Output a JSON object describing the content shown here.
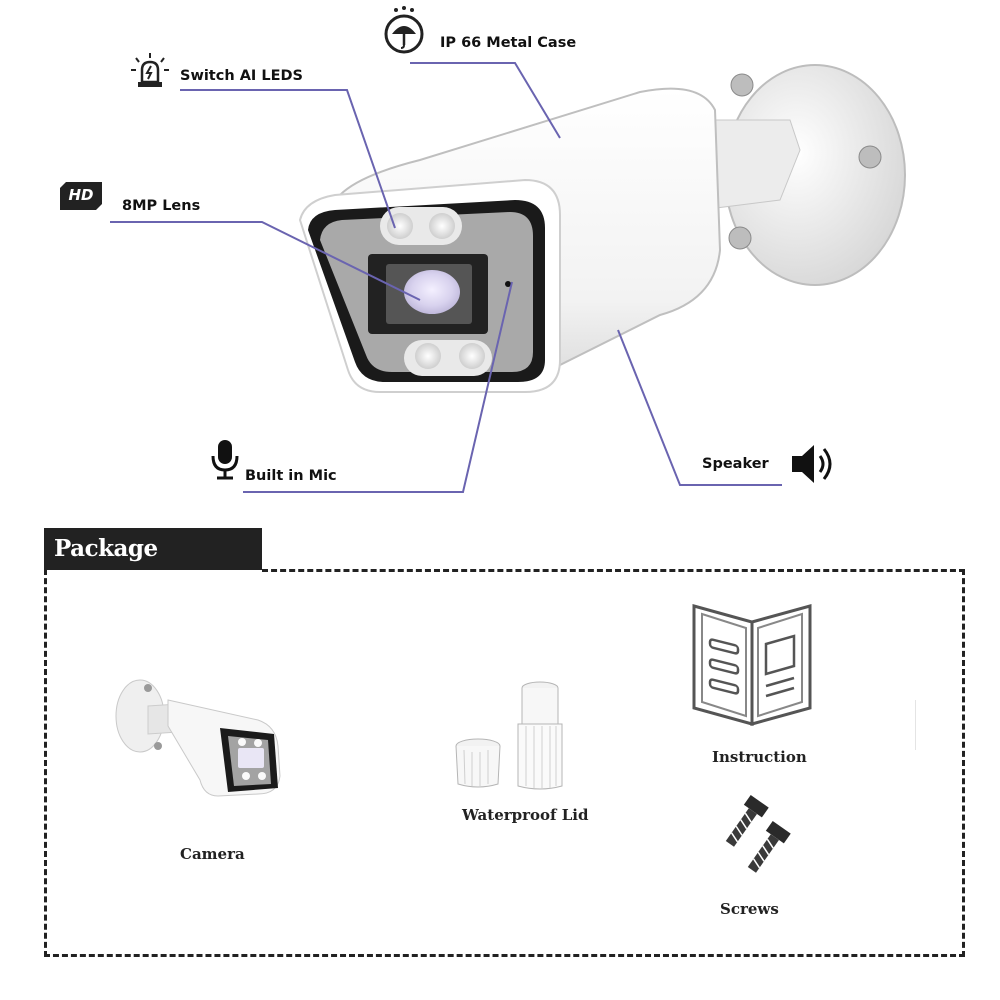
{
  "features": {
    "ip66": "IP 66 Metal Case",
    "leds": "Switch AI  LEDS",
    "lens": "8MP Lens",
    "mic": "Built in Mic",
    "speaker": "Speaker",
    "hd_badge": "HD"
  },
  "package": {
    "title": "Package Includes",
    "items": {
      "camera": "Camera",
      "waterproof_lid": "Waterproof Lid",
      "instruction": "Instruction",
      "screws": "Screws"
    }
  },
  "colors": {
    "callout_line": "#6a64b0",
    "title_bar": "#222222"
  }
}
